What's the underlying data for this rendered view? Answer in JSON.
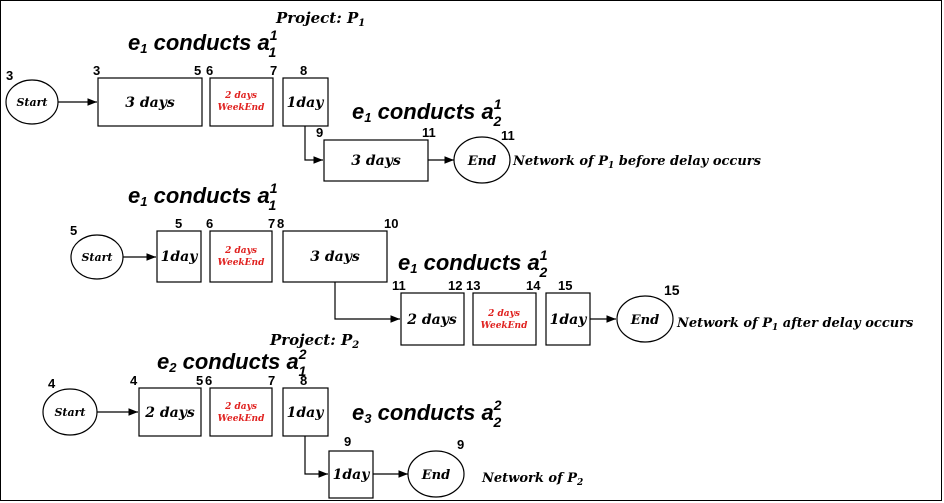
{
  "projects": {
    "p1": {
      "label": "Project: ",
      "sym": "P",
      "sub": "1"
    },
    "p2": {
      "label": "Project: ",
      "sym": "P",
      "sub": "2"
    }
  },
  "headings": {
    "r1_a": {
      "e": "e",
      "es": "1",
      "verb": " conducts ",
      "a": "a",
      "as": "1",
      "sup": "1"
    },
    "r1_b": {
      "e": "e",
      "es": "1",
      "verb": " conducts ",
      "a": "a",
      "as": "2",
      "sup": "1"
    },
    "r2_a": {
      "e": "e",
      "es": "1",
      "verb": " conducts ",
      "a": "a",
      "as": "1",
      "sup": "1"
    },
    "r2_b": {
      "e": "e",
      "es": "1",
      "verb": " conducts ",
      "a": "a",
      "as": "2",
      "sup": "1"
    },
    "r3_a": {
      "e": "e",
      "es": "2",
      "verb": " conducts ",
      "a": "a",
      "as": "1",
      "sup": "2"
    },
    "r3_b": {
      "e": "e",
      "es": "3",
      "verb": " conducts ",
      "a": "a",
      "as": "2",
      "sup": "2"
    }
  },
  "labels": {
    "start": "Start",
    "end": "End",
    "weekend_line1": "2 days",
    "weekend_line2": "WeekEnd"
  },
  "net1": {
    "start_num": "3",
    "a1": {
      "text": "3 days",
      "start": "3",
      "end": "5"
    },
    "we": {
      "start": "6",
      "end": "7"
    },
    "a1b": {
      "text": "1day",
      "start": "8"
    },
    "a2": {
      "text": "3 days",
      "start": "9",
      "end": "11"
    },
    "end_num": "11",
    "note": {
      "pre": "Network of  ",
      "sym": "P",
      "sub": "1",
      "post": "  before delay occurs"
    }
  },
  "net2": {
    "start_num": "5",
    "a1": {
      "text": "1day",
      "end": "5"
    },
    "we": {
      "start": "6",
      "end": "7"
    },
    "a1b": {
      "text": "3 days",
      "start": "8",
      "end": "10"
    },
    "a2": {
      "text": "2 days",
      "start": "11",
      "end": "12"
    },
    "we2": {
      "start": "13",
      "end": "14"
    },
    "a2b": {
      "text": "1day",
      "start": "15"
    },
    "end_num": "15",
    "note": {
      "pre": "Network of  ",
      "sym": "P",
      "sub": "1",
      "post": "  after delay occurs"
    }
  },
  "net3": {
    "start_num": "4",
    "a1": {
      "text": "2 days",
      "start": "4",
      "end": "5"
    },
    "we": {
      "start": "6",
      "end": "7"
    },
    "a1b": {
      "text": "1day",
      "start": "8"
    },
    "a2": {
      "text": "1day",
      "start": "9"
    },
    "end_num": "9",
    "note": {
      "pre": "Network of  ",
      "sym": "P",
      "sub": "2",
      "post": ""
    }
  }
}
